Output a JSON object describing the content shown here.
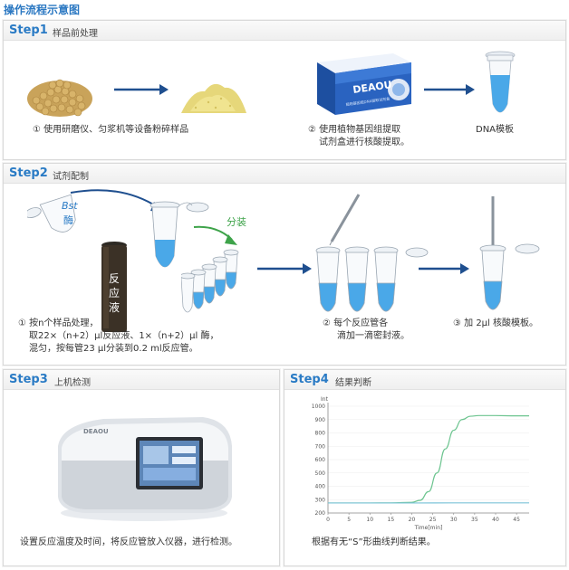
{
  "page_title": "操作流程示意图",
  "step1": {
    "label": "Step1",
    "subtitle": "样品前处理",
    "caption1": "① 使用研磨仪、匀浆机等设备粉碎样品",
    "caption2_line1": "② 使用植物基因组提取",
    "caption2_line2": "试剂盒进行核酸提取。",
    "caption3": "DNA模板",
    "box_brand": "DEAOU",
    "box_small_text": "植物基因组DNA提取试剂盒"
  },
  "step2": {
    "label": "Step2",
    "subtitle": "试剂配制",
    "enzyme_label_1": "Bst",
    "enzyme_label_2": "酶",
    "tube_label_1": "反",
    "tube_label_2": "应",
    "tube_label_3": "液",
    "dispense_label": "分装",
    "caption1_line1": "① 按n个样品处理，",
    "caption1_line2": "取22×（n+2）μl反应液、1×（n+2）μl 酶，",
    "caption1_line3": "混匀，按每管23 μl分装到0.2 ml反应管。",
    "caption2_line1": "② 每个反应管各",
    "caption2_line2": "滴加一滴密封液。",
    "caption3": "③ 加 2μl 核酸模板。"
  },
  "step3": {
    "label": "Step3",
    "subtitle": "上机检测",
    "caption": "设置反应温度及时间，将反应管放入仪器，进行检测。",
    "device_brand": "DEAOU"
  },
  "step4": {
    "label": "Step4",
    "subtitle": "结果判断",
    "caption": "根据有无“S”形曲线判断结果。"
  },
  "colors": {
    "accent": "#2a7bc5",
    "arrow": "#1f4f8f",
    "curve_positive": "#6cc48f",
    "curve_negative": "#7cc4d8",
    "liquid": "#4aa8e8"
  },
  "chart_data": {
    "type": "line",
    "ylabel": "Int",
    "xlabel": "Time[min]",
    "xlim": [
      0,
      48
    ],
    "ylim": [
      200,
      1000
    ],
    "x_ticks": [
      "0",
      "5",
      "10",
      "15",
      "20",
      "25",
      "30",
      "35",
      "40",
      "45"
    ],
    "y_ticks": [
      "200",
      "300",
      "400",
      "500",
      "600",
      "700",
      "800",
      "900",
      "1000"
    ],
    "series": [
      {
        "color": "#6cc48f",
        "x": [
          0,
          5,
          10,
          15,
          20,
          22,
          24,
          26,
          28,
          30,
          32,
          34,
          36,
          40,
          45,
          48
        ],
        "y": [
          275,
          275,
          275,
          276,
          280,
          295,
          360,
          500,
          680,
          820,
          900,
          925,
          930,
          930,
          928,
          928
        ]
      },
      {
        "color": "#7cc4d8",
        "x": [
          0,
          10,
          20,
          30,
          40,
          48
        ],
        "y": [
          275,
          275,
          275,
          276,
          276,
          276
        ]
      }
    ]
  }
}
